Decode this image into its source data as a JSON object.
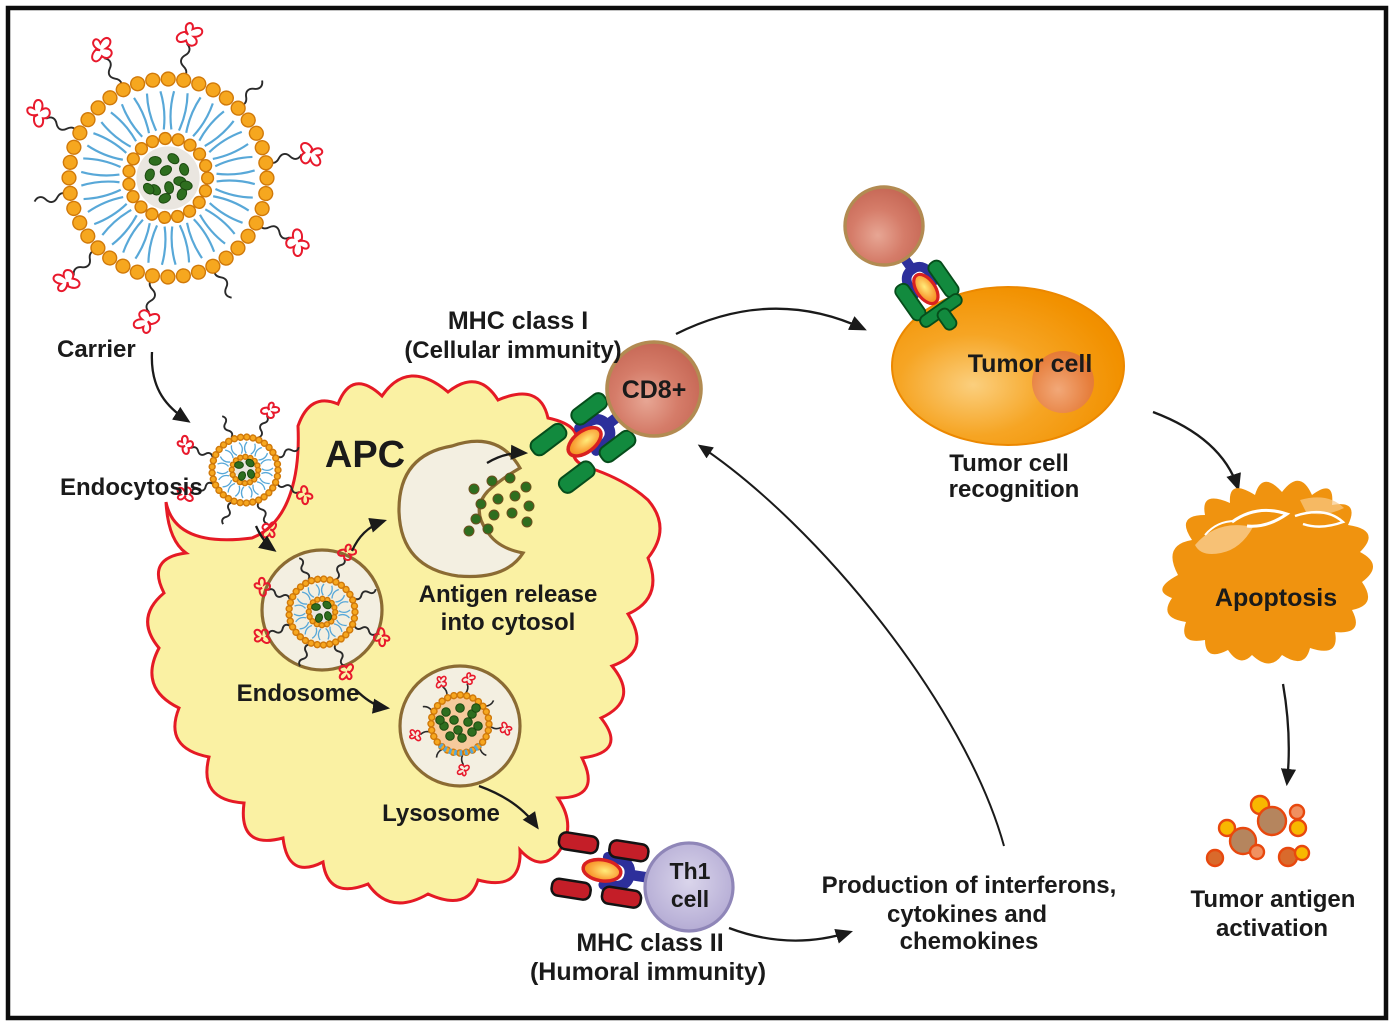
{
  "labels": {
    "carrier": "Carrier",
    "endocytosis": "Endocytosis",
    "apc": "APC",
    "endosome": "Endosome",
    "antigen_release_1": "Antigen release",
    "antigen_release_2": "into cytosol",
    "lysosome": "Lysosome",
    "mhc1_1": "MHC class I",
    "mhc1_2": "(Cellular immunity)",
    "cd8": "CD8+",
    "tumor_cell": "Tumor cell",
    "tumor_recognition_1": "Tumor cell",
    "tumor_recognition_2": "recognition",
    "apoptosis": "Apoptosis",
    "tumor_antigen_1": "Tumor antigen",
    "tumor_antigen_2": "activation",
    "th1_1": "Th1",
    "th1_2": "cell",
    "mhc2_1": "MHC class II",
    "mhc2_2": "(Humoral immunity)",
    "production_1": "Production of interferons,",
    "production_2": "cytokines and",
    "production_3": "chemokines"
  },
  "colors": {
    "text_color": "#1a1a1a",
    "arrow_color": "#1a1a1a",
    "apc_fill": "#FAF1A3",
    "apc_outline": "#E51A25",
    "vesicle_fill": "#F3EFE1",
    "vesicle_outline": "#8B6B33",
    "bead_fill": "#F6A71F",
    "bead_outline": "#D0790A",
    "core_fill": "#EAE6E0",
    "lipid_blue": "#58A8D8",
    "cargo_green": "#2E6E1F",
    "cargo_outline": "#1C4A10",
    "squiggle_red": "#E8192C",
    "squiggle_black": "#2a2a2a",
    "mhc1_green": "#128A3E",
    "mhc2_red": "#C41E28",
    "receptor_blue": "#2D2F9B",
    "antigen_ring": "#D92121",
    "cd8_fill": "#CE7260",
    "cd8_outline": "#B28B52",
    "tumor_orange": "#F39200",
    "tumor_nucleus": "#E2732C",
    "th1_fill": "#B9B1D8",
    "th1_outline": "#8F86B8",
    "apoptosis_orange": "#F0930F",
    "lysosome_cargo_peach": "#F6CA9C",
    "antigen_dot_yellow": "#F8B800",
    "antigen_dot_brown": "#B5855E",
    "antigen_dot_orange": "#D96A2C",
    "antigen_dot_ring": "#E8480E"
  }
}
